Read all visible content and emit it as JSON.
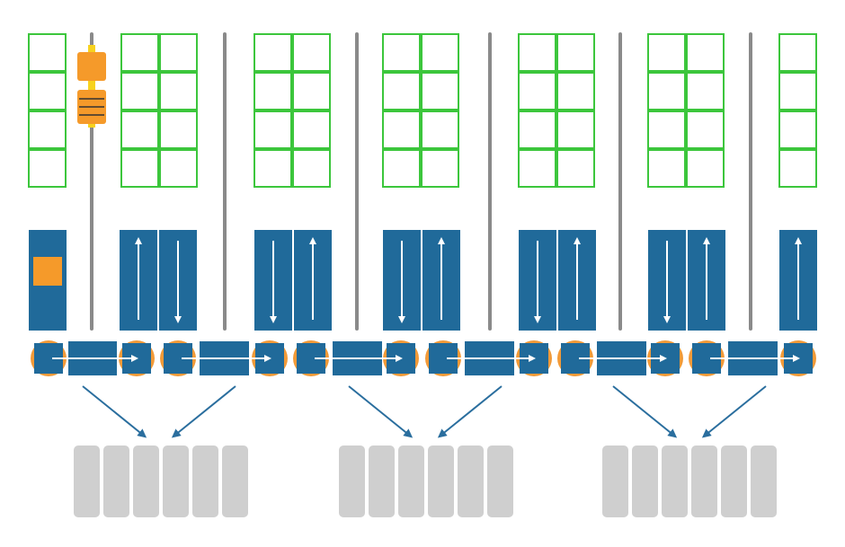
{
  "colors": {
    "background": "#ffffff",
    "rack_cell_stroke": "#3cc63c",
    "rail": "#8a8a8a",
    "conveyor_blue": "#206a9a",
    "arrow_white": "#ffffff",
    "shuttle_orange": "#f59a2a",
    "shuttle_yellow": "#f7d21e",
    "roller_orange": "#f29a38",
    "station_gray": "#cfcfcf",
    "merge_arrow": "#2a6e9e"
  },
  "aisles": [
    {
      "lift_arrows": [
        "up",
        "down"
      ]
    },
    {
      "lift_arrows": [
        "down",
        "up"
      ]
    },
    {
      "lift_arrows": [
        "down",
        "up"
      ]
    },
    {
      "lift_arrows": [
        "down",
        "up"
      ]
    },
    {
      "lift_arrows": [
        "down",
        "up"
      ]
    }
  ],
  "end_lift_left": {
    "contains_shuttle_box": true
  },
  "end_lift_right": {
    "lift_arrows": [
      "up"
    ]
  },
  "rack_levels": 4,
  "picking_stations": [
    {
      "count": 6
    },
    {
      "count": 6
    },
    {
      "count": 6
    }
  ],
  "icons": {
    "shuttle": "shuttle-vehicle-icon",
    "lift_arrow": "arrow-icon",
    "roller": "roller-icon",
    "merge_arrow": "merge-arrow-icon"
  }
}
